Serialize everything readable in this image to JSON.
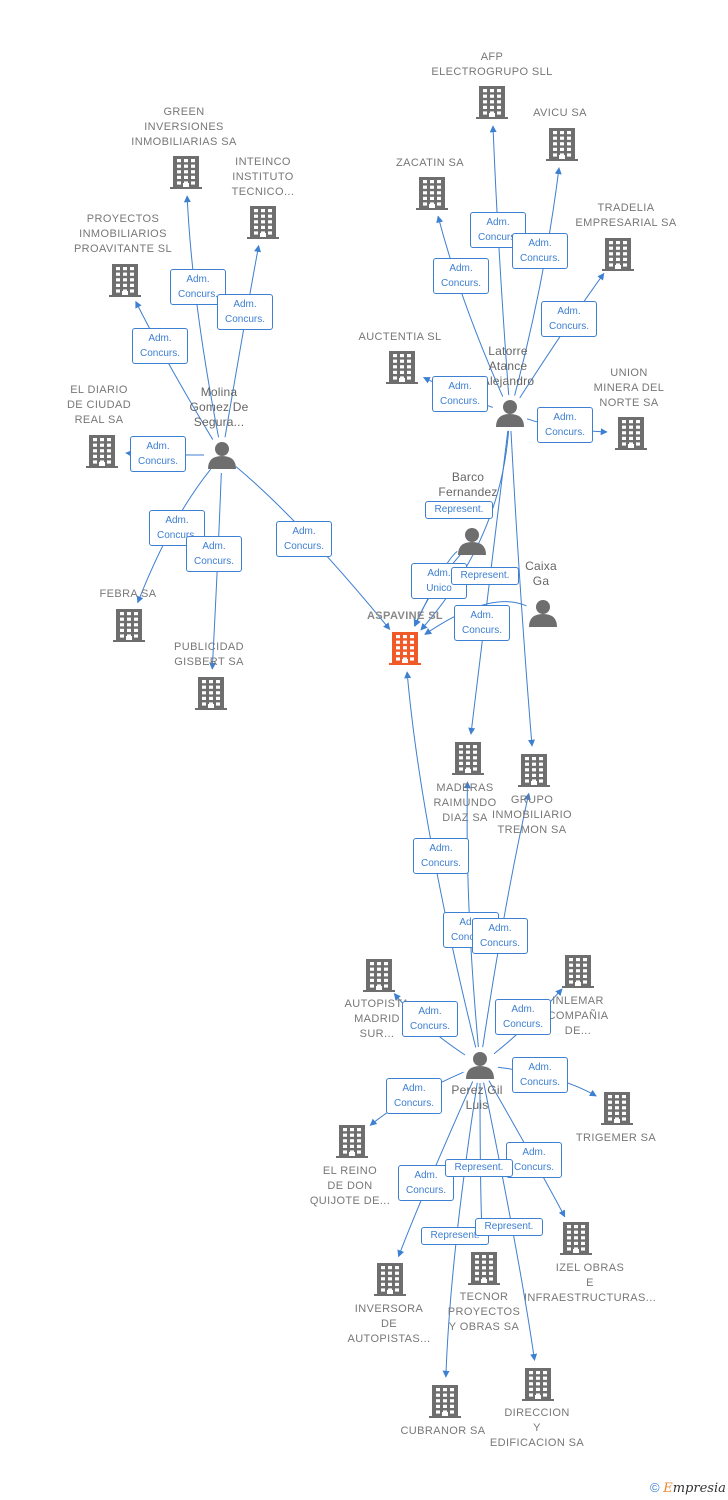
{
  "colors": {
    "edge": "#3d7fd1",
    "node": "#6e6e6e",
    "center_node": "#f05a28",
    "chip_border": "#3d7fd1",
    "chip_text": "#3d7fd1"
  },
  "chip_texts": {
    "adm_concurs": "Adm.\nConcurs.",
    "adm_unico": "Adm.\nUnico",
    "represent": "Represent."
  },
  "nodes": [
    {
      "id": "aspavine",
      "type": "company",
      "center": true,
      "label": "ASPAVINE SL"
    },
    {
      "id": "afp",
      "type": "company",
      "label": "AFP\nELECTROGRUPO SLL"
    },
    {
      "id": "avicu",
      "type": "company",
      "label": "AVICU SA"
    },
    {
      "id": "zacatin",
      "type": "company",
      "label": "ZACATIN SA"
    },
    {
      "id": "tradelia",
      "type": "company",
      "label": "TRADELIA\nEMPRESARIAL SA"
    },
    {
      "id": "auctentia",
      "type": "company",
      "label": "AUCTENTIA SL"
    },
    {
      "id": "union",
      "type": "company",
      "label": "UNION\nMINERA DEL\nNORTE SA"
    },
    {
      "id": "green",
      "type": "company",
      "label": "GREEN\nINVERSIONES\nINMOBILIARIAS SA"
    },
    {
      "id": "inteinco",
      "type": "company",
      "label": "INTEINCO\nINSTITUTO\nTECNICO..."
    },
    {
      "id": "proyectos",
      "type": "company",
      "label": "PROYECTOS\nINMOBILIARIOS\nPROAVITANTE SL"
    },
    {
      "id": "diario",
      "type": "company",
      "label": "EL DIARIO\nDE CIUDAD\nREAL SA"
    },
    {
      "id": "febra",
      "type": "company",
      "label": "FEBRA SA"
    },
    {
      "id": "publicidad",
      "type": "company",
      "label": "PUBLICIDAD\nGISBERT SA"
    },
    {
      "id": "maderas",
      "type": "company",
      "label": "MADERAS\nRAIMUNDO\nDIAZ SA"
    },
    {
      "id": "grupo",
      "type": "company",
      "label": "GRUPO\nINMOBILIARIO\nTREMON SA"
    },
    {
      "id": "autopista",
      "type": "company",
      "label": "AUTOPISTA\nMADRID\nSUR..."
    },
    {
      "id": "inlemar",
      "type": "company",
      "label": "INLEMAR\nCOMPAÑIA\nDE..."
    },
    {
      "id": "trigemer",
      "type": "company",
      "label": "TRIGEMER SA"
    },
    {
      "id": "reino",
      "type": "company",
      "label": "EL REINO\nDE DON\nQUIJOTE DE..."
    },
    {
      "id": "izel",
      "type": "company",
      "label": "IZEL OBRAS\nE\nINFRAESTRUCTURAS..."
    },
    {
      "id": "inversora",
      "type": "company",
      "label": "INVERSORA\nDE\nAUTOPISTAS..."
    },
    {
      "id": "tecnor",
      "type": "company",
      "label": "TECNOR\nPROYECTOS\nY OBRAS SA"
    },
    {
      "id": "cubranor",
      "type": "company",
      "label": "CUBRANOR SA"
    },
    {
      "id": "direccion",
      "type": "company",
      "label": "DIRECCION\nY\nEDIFICACION SA"
    },
    {
      "id": "latorre",
      "type": "person",
      "label": "Latorre\nAtance\nAlejandro"
    },
    {
      "id": "molina",
      "type": "person",
      "label": "Molina\nGomez De\nSegura..."
    },
    {
      "id": "barco",
      "type": "person",
      "label": "Barco\nFernandez"
    },
    {
      "id": "caixa",
      "type": "person",
      "label": "Caixa\nGa"
    },
    {
      "id": "perez",
      "type": "person",
      "label": "Perez Gil\nLuis"
    }
  ],
  "edges": [
    {
      "from": "latorre",
      "to": "afp",
      "role": "adm_concurs"
    },
    {
      "from": "latorre",
      "to": "avicu",
      "role": "adm_concurs"
    },
    {
      "from": "latorre",
      "to": "zacatin",
      "role": "adm_concurs"
    },
    {
      "from": "latorre",
      "to": "tradelia",
      "role": "adm_concurs"
    },
    {
      "from": "latorre",
      "to": "union",
      "role": "adm_concurs"
    },
    {
      "from": "latorre",
      "to": "aspavine",
      "role": "adm_concurs"
    },
    {
      "from": "latorre",
      "to": "maderas",
      "role": "adm_concurs"
    },
    {
      "from": "latorre",
      "to": "grupo",
      "role": "adm_concurs"
    },
    {
      "from": "latorre",
      "to": "auctentia",
      "role": "adm_concurs"
    },
    {
      "from": "molina",
      "to": "green",
      "role": "adm_concurs"
    },
    {
      "from": "molina",
      "to": "inteinco",
      "role": "adm_concurs"
    },
    {
      "from": "molina",
      "to": "proyectos",
      "role": "adm_concurs"
    },
    {
      "from": "molina",
      "to": "diario",
      "role": "adm_concurs"
    },
    {
      "from": "molina",
      "to": "febra",
      "role": "adm_concurs"
    },
    {
      "from": "molina",
      "to": "publicidad",
      "role": "adm_concurs"
    },
    {
      "from": "molina",
      "to": "aspavine",
      "role": "adm_concurs"
    },
    {
      "from": "barco",
      "to": "aspavine",
      "role": "represent"
    },
    {
      "from": "barco",
      "to": "aspavine",
      "role": "adm_unico"
    },
    {
      "from": "caixa",
      "to": "aspavine",
      "role": "represent"
    },
    {
      "from": "perez",
      "to": "aspavine",
      "role": "adm_concurs"
    },
    {
      "from": "perez",
      "to": "maderas",
      "role": "adm_concurs"
    },
    {
      "from": "perez",
      "to": "grupo",
      "role": "adm_concurs"
    },
    {
      "from": "perez",
      "to": "autopista",
      "role": "adm_concurs"
    },
    {
      "from": "perez",
      "to": "inlemar",
      "role": "adm_concurs"
    },
    {
      "from": "perez",
      "to": "trigemer",
      "role": "adm_concurs"
    },
    {
      "from": "perez",
      "to": "reino",
      "role": "adm_concurs"
    },
    {
      "from": "perez",
      "to": "izel",
      "role": "adm_concurs"
    },
    {
      "from": "perez",
      "to": "inversora",
      "role": "adm_concurs"
    },
    {
      "from": "perez",
      "to": "tecnor",
      "role": "represent"
    },
    {
      "from": "perez",
      "to": "cubranor",
      "role": "represent"
    },
    {
      "from": "perez",
      "to": "direccion",
      "role": "represent"
    }
  ],
  "footer": {
    "copyright_symbol": "©",
    "brand_initial": "E",
    "brand_rest": "mpresia"
  }
}
